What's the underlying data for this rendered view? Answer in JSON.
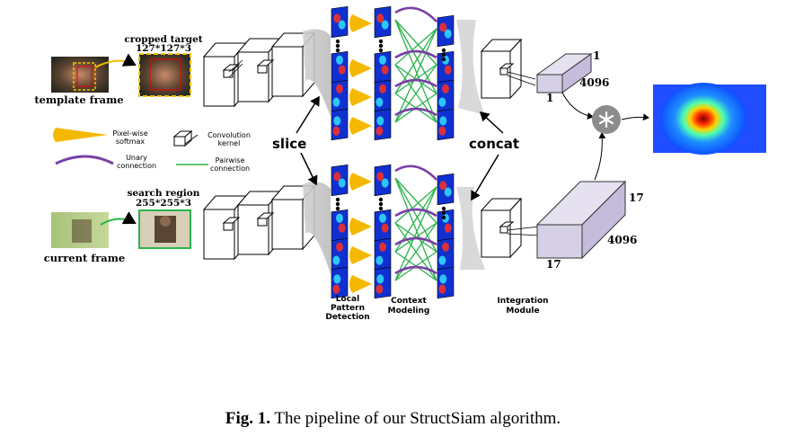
{
  "labels": {
    "cropped_target": "cropped target",
    "cropped_size": "127*127*3",
    "template_frame": "template frame",
    "search_region": "search region",
    "search_size": "255*255*3",
    "current_frame": "current frame",
    "slice": "slice",
    "concat": "concat",
    "local_pattern_1": "Local",
    "local_pattern_2": "Pattern",
    "local_pattern_3": "Detection",
    "context_1": "Context",
    "context_2": "Modeling",
    "integration_1": "Integration",
    "integration_2": "Module"
  },
  "legend": {
    "softmax_1": "Pixel-wise",
    "softmax_2": "softmax",
    "conv_1": "Convolution",
    "conv_2": "kernel",
    "unary_1": "Unary",
    "unary_2": "connection",
    "pairwise_1": "Pairwise",
    "pairwise_2": "connection"
  },
  "dims": {
    "top_a": "1",
    "top_b": "4096",
    "top_c": "1",
    "bottom_a": "17",
    "bottom_b": "4096",
    "bottom_c": "17"
  },
  "caption": {
    "prefix": "Fig. 1.",
    "text": " The pipeline of our StructSiam algorithm."
  },
  "colors": {
    "softmax": "#f5b800",
    "unary": "#7b3fa8",
    "pairwise": "#2bb24c",
    "target_border": "#f5c400",
    "search_border": "#2bb24c",
    "cuboid": "#d6d0e6"
  }
}
